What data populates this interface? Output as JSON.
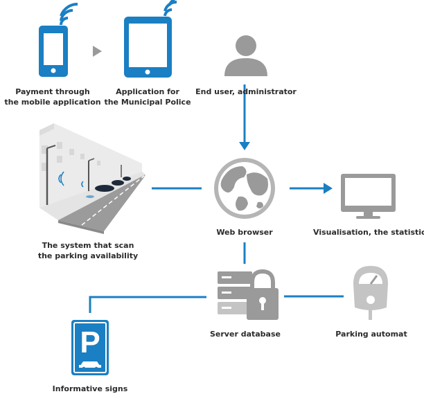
{
  "colors": {
    "accent": "#1a7fc3",
    "icon_grey": "#9a9a9a",
    "light_grey": "#c4c4c4",
    "text": "#2b2b2b"
  },
  "nodes": {
    "mobile": {
      "icon": "smartphone-wifi-icon",
      "line1": "Payment through",
      "line2": "the mobile application"
    },
    "tablet": {
      "icon": "tablet-wifi-icon",
      "line1": "Application for",
      "line2": "the Municipal Police"
    },
    "user": {
      "icon": "user-silhouette-icon",
      "line1": "End user, administrator"
    },
    "scanner": {
      "icon": "street-sensor-illustration",
      "line1": "The system that scan",
      "line2": "the parking availability"
    },
    "browser": {
      "icon": "globe-icon",
      "line1": "Web browser"
    },
    "visualisation": {
      "icon": "monitor-icon",
      "line1": "Visualisation, the statistics"
    },
    "server": {
      "icon": "server-lock-icon",
      "line1": "Server database"
    },
    "parking_meter": {
      "icon": "parking-meter-icon",
      "line1": "Parking automat"
    },
    "signs": {
      "icon": "parking-sign-icon",
      "line1": "Informative signs",
      "sign_letter": "P"
    }
  }
}
